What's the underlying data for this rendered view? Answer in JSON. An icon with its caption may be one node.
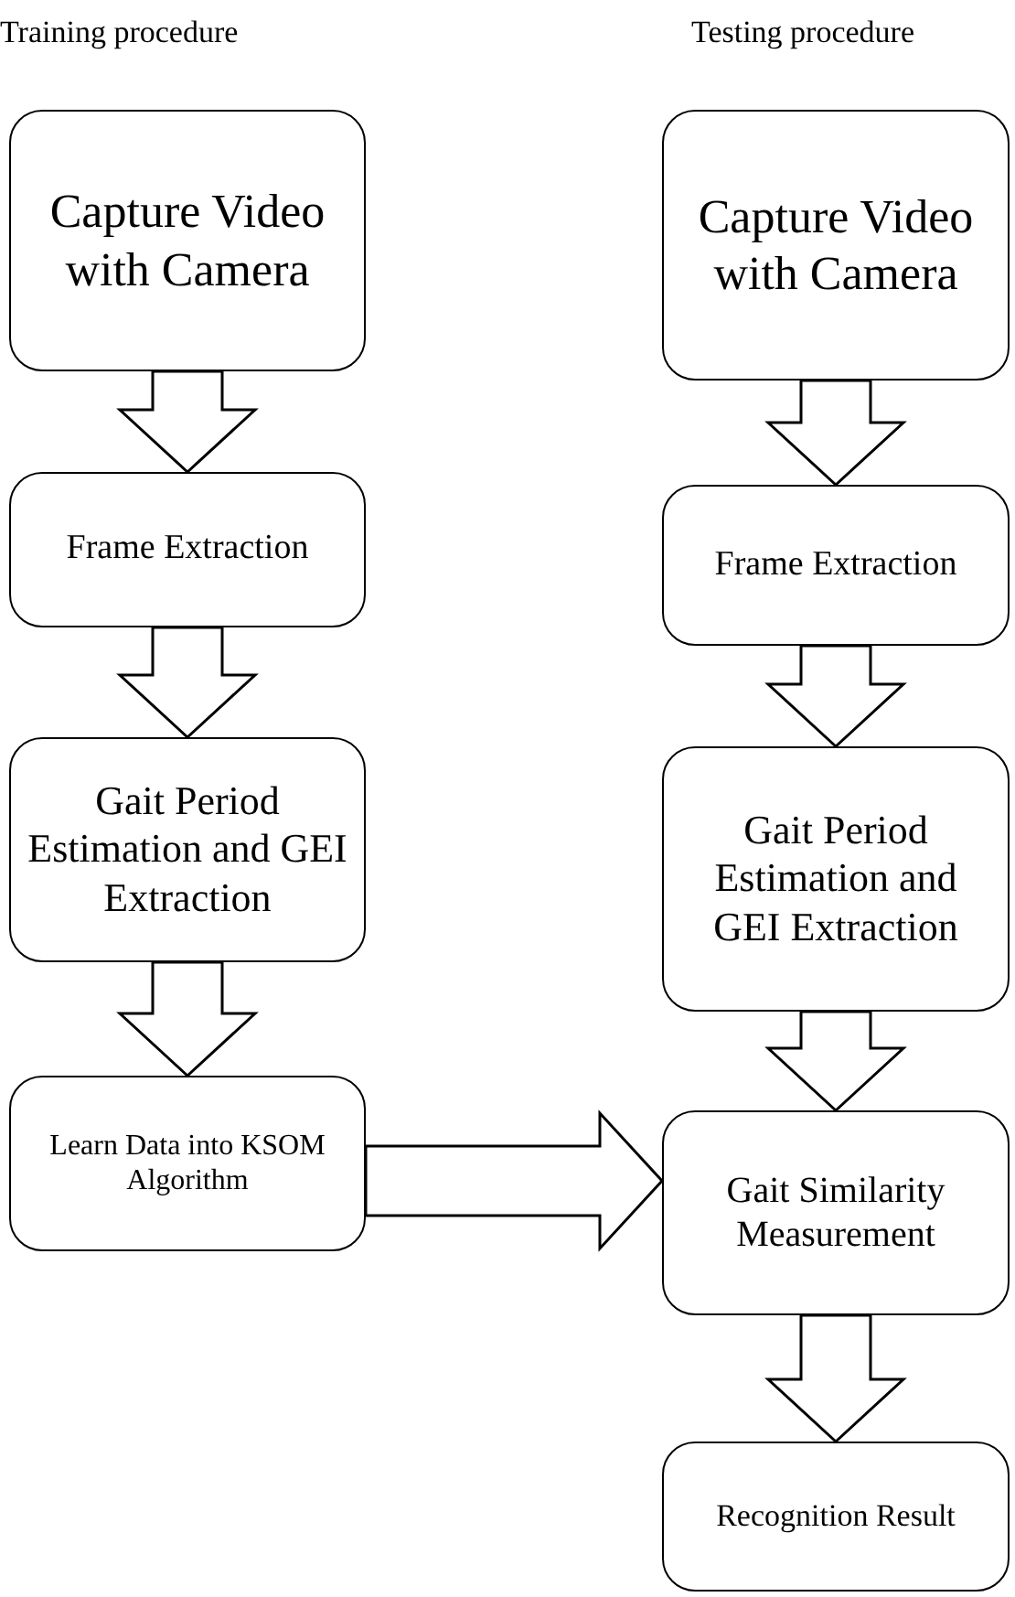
{
  "diagram": {
    "nodes": [
      {
        "text": [
          "Capture Video with Camera"
        ]
      },
      {
        "text": [
          "Frame Extraction"
        ]
      },
      {
        "text": [
          "Gait Period Estimation and GEI Extraction"
        ]
      },
      {
        "text": [
          "Learn Data into KSOM Algorithm"
        ]
      },
      {
        "text": [
          "Capture Video with Camera"
        ]
      },
      {
        "text": [
          "Frame Extraction"
        ]
      },
      {
        "text": [
          "Gait Period Estimation and GEI Extraction"
        ]
      },
      {
        "text": [
          "Gait Similarity Measurement"
        ]
      },
      {
        "text": [
          "Recognition Result"
        ]
      }
    ],
    "edges": [
      {
        "from": 0,
        "to": 1,
        "arrow": "to"
      },
      {
        "from": 1,
        "to": 2,
        "arrow": "to"
      },
      {
        "from": 2,
        "to": 3,
        "arrow": "to"
      },
      {
        "from": 3,
        "to": 7,
        "arrow": "to"
      },
      {
        "from": 4,
        "to": 5,
        "arrow": "to"
      },
      {
        "from": 5,
        "to": 6,
        "arrow": "to"
      },
      {
        "from": 6,
        "to": 7,
        "arrow": "to"
      },
      {
        "from": 7,
        "to": 8,
        "arrow": "to"
      }
    ],
    "labels": [
      "Training procedure",
      "Testing procedure"
    ]
  }
}
